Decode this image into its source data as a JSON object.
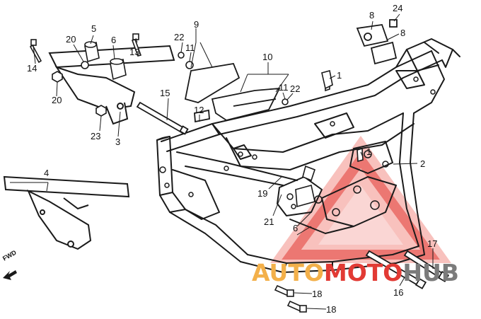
{
  "callouts": {
    "c1a": "1",
    "c1b": "1",
    "c2": "2",
    "c3": "3",
    "c4": "4",
    "c5": "5",
    "c6a": "6",
    "c6b": "6",
    "c8a": "8",
    "c8b": "8",
    "c9": "9",
    "c10": "10",
    "c11a": "11",
    "c11b": "11",
    "c12": "12",
    "c13": "13",
    "c14": "14",
    "c15": "15",
    "c16": "16",
    "c17": "17",
    "c18a": "18",
    "c18b": "18",
    "c19": "19",
    "c20a": "20",
    "c20b": "20",
    "c21": "21",
    "c22a": "22",
    "c22b": "22",
    "c23": "23",
    "c24": "24"
  },
  "direction_marker": "FWD",
  "watermark": {
    "part1": "AUTO",
    "part2": "MOTO",
    "part3": "HUB"
  },
  "colors": {
    "line": "#1a1a1a",
    "watermark_red": "#e23a34",
    "watermark_fill": "#f08a84",
    "watermark_orange": "#f3b04a",
    "watermark_gray": "#7b7b7b"
  }
}
